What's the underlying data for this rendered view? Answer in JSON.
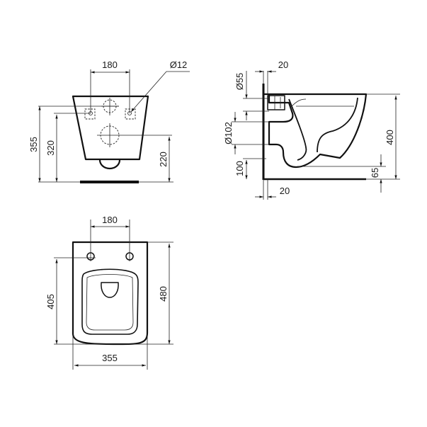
{
  "drawing": {
    "type": "technical-dimension-drawing",
    "subject": "wall-hung toilet",
    "units": "mm",
    "views": {
      "front": {
        "label": "front-view",
        "dimensions": {
          "fixing_spacing": "180",
          "fixing_hole_diameter": "Ø12",
          "total_height_to_top_hole": "355",
          "height_to_fixings": "320",
          "height_to_waste": "220"
        }
      },
      "side": {
        "label": "side-view",
        "dimensions": {
          "wall_offset_top": "20",
          "inlet_diameter": "Ø55",
          "outlet_diameter": "Ø102",
          "outlet_height": "100",
          "bowl_height": "400",
          "bowl_clearance": "65",
          "wall_offset_bottom": "20"
        }
      },
      "top": {
        "label": "top-view",
        "dimensions": {
          "fixing_spacing": "180",
          "fixings_to_front": "405",
          "projection": "480",
          "width": "355"
        }
      }
    },
    "line_color": "#111111",
    "background": "#ffffff"
  }
}
